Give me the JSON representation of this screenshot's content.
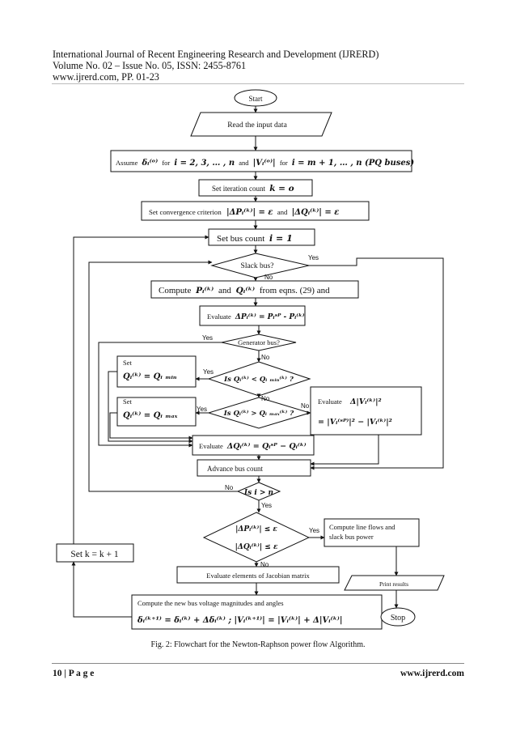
{
  "header": {
    "journal": "International Journal of Recent Engineering Research and Development (IJRERD)",
    "volume": "Volume No. 02 – Issue No. 05, ISSN: 2455-8761",
    "pages": "www.ijrerd.com, PP. 01-23"
  },
  "flowchart": {
    "start": "Start",
    "read_input": "Read the input data",
    "assume": {
      "prefix": "Assume",
      "delta0": "δᵢ⁽ᵒ⁾",
      "for1": "for",
      "range1": "i = 2, 3, … , n",
      "and": "and",
      "v0": "|Vᵢ⁽ᵒ⁾|",
      "for2": "for",
      "range2": "i = m + 1, … , n  (PQ buses)"
    },
    "iter_count": {
      "label": "Set iteration count",
      "expr": "k = o"
    },
    "convergence": {
      "label": "Set convergence criterion",
      "expr1": "|ΔPᵢ⁽ᵏ⁾| = ε",
      "and": "and",
      "expr2": "|ΔQᵢ⁽ᵏ⁾| = ε"
    },
    "bus_count": {
      "label": "Set bus count",
      "expr": "i = 1"
    },
    "slack_bus": "Slack bus?",
    "slack_yes": "Yes",
    "slack_no": "No",
    "compute_pq": {
      "prefix": "Compute",
      "p": "Pᵢ⁽ᵏ⁾",
      "and": "and",
      "q": "Qᵢ⁽ᵏ⁾",
      "suffix": "from eqns. (29)  and"
    },
    "evaluate_dp": {
      "label": "Evaluate",
      "expr": "ΔPᵢ⁽ᵏ⁾ = Pᵢˢᴾ - Pᵢ⁽ᵏ⁾"
    },
    "generator_bus": "Generator bus?",
    "gen_yes": "Yes",
    "gen_no": "No",
    "is_qmin": "Is Qᵢ⁽ᵏ⁾ < Qᵢ ₘᵢₙ⁽ᵏ⁾ ?",
    "qmin_yes": "Yes",
    "qmin_no": "No",
    "set_qmin": {
      "label": "Set",
      "expr": "Qᵢ⁽ᵏ⁾ = Qᵢ ₘᵢₙ"
    },
    "is_qmax": "Is Qᵢ⁽ᵏ⁾ > Qᵢ ₘₐₓ⁽ᵏ⁾ ?",
    "qmax_yes": "Yes",
    "qmax_no": "No",
    "set_qmax": {
      "label": "Set",
      "expr": "Qᵢ⁽ᵏ⁾ = Qᵢ ₘₐₓ"
    },
    "evaluate_dv": {
      "label": "Evaluate",
      "line1": "Δ|Vᵢ⁽ᵏ⁾|²",
      "line2": "= |Vᵢ⁽ˢᴾ⁾|² − |Vᵢ⁽ᵏ⁾|²"
    },
    "evaluate_dq": {
      "label": "Evaluate",
      "expr": "ΔQᵢ⁽ᵏ⁾ = Qᵢˢᴾ − Qᵢ⁽ᵏ⁾"
    },
    "advance_bus": "Advance bus count",
    "is_i_gt_n": "Is i > n",
    "ign_no": "No",
    "ign_yes": "Yes",
    "converged": {
      "line1": "|ΔPᵢ⁽ᵏ⁾| ≤ ε",
      "line2": "|ΔQᵢ⁽ᵏ⁾| ≤ ε"
    },
    "conv_yes": "Yes",
    "conv_no": "No",
    "compute_flows": {
      "line1": "Compute line flows and",
      "line2": "slack bus power"
    },
    "print_results": "Print results",
    "stop": "Stop",
    "jacobian": "Evaluate elements of Jacobian matrix",
    "new_voltage": {
      "label": "Compute the new bus voltage magnitudes and angles",
      "expr": "δᵢ⁽ᵏ⁺¹⁾ = δᵢ⁽ᵏ⁾ + Δδᵢ⁽ᵏ⁾ ; |Vᵢ⁽ᵏ⁺¹⁾| = |Vᵢ⁽ᵏ⁾| + Δ|Vᵢ⁽ᵏ⁾|"
    },
    "set_k": "Set k = k + 1"
  },
  "caption": "Fig. 2: Flowchart for the Newton-Raphson power flow Algorithm.",
  "footer": {
    "page": "10 | P a g e",
    "site": "www.ijrerd.com"
  }
}
